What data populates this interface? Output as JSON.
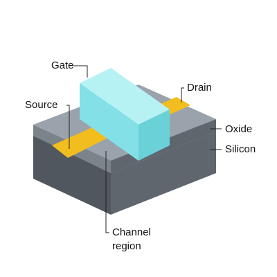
{
  "labels": {
    "gate": "Gate",
    "drain": "Drain",
    "source": "Source",
    "oxide": "Oxide",
    "silicon": "Silicon",
    "channel_line1": "Channel",
    "channel_line2": "region"
  },
  "colors": {
    "silicon_front": "#50575f",
    "silicon_right": "#5f666e",
    "silicon_top": "#6b737b",
    "oxide_front": "#7c848b",
    "oxide_top": "#9aa3ab",
    "doped_region": "#f2be1e",
    "gate_top": "#b6f2f4",
    "gate_front": "#83e0e6",
    "gate_side": "#6ad1d9",
    "leader_line": "#222222"
  }
}
